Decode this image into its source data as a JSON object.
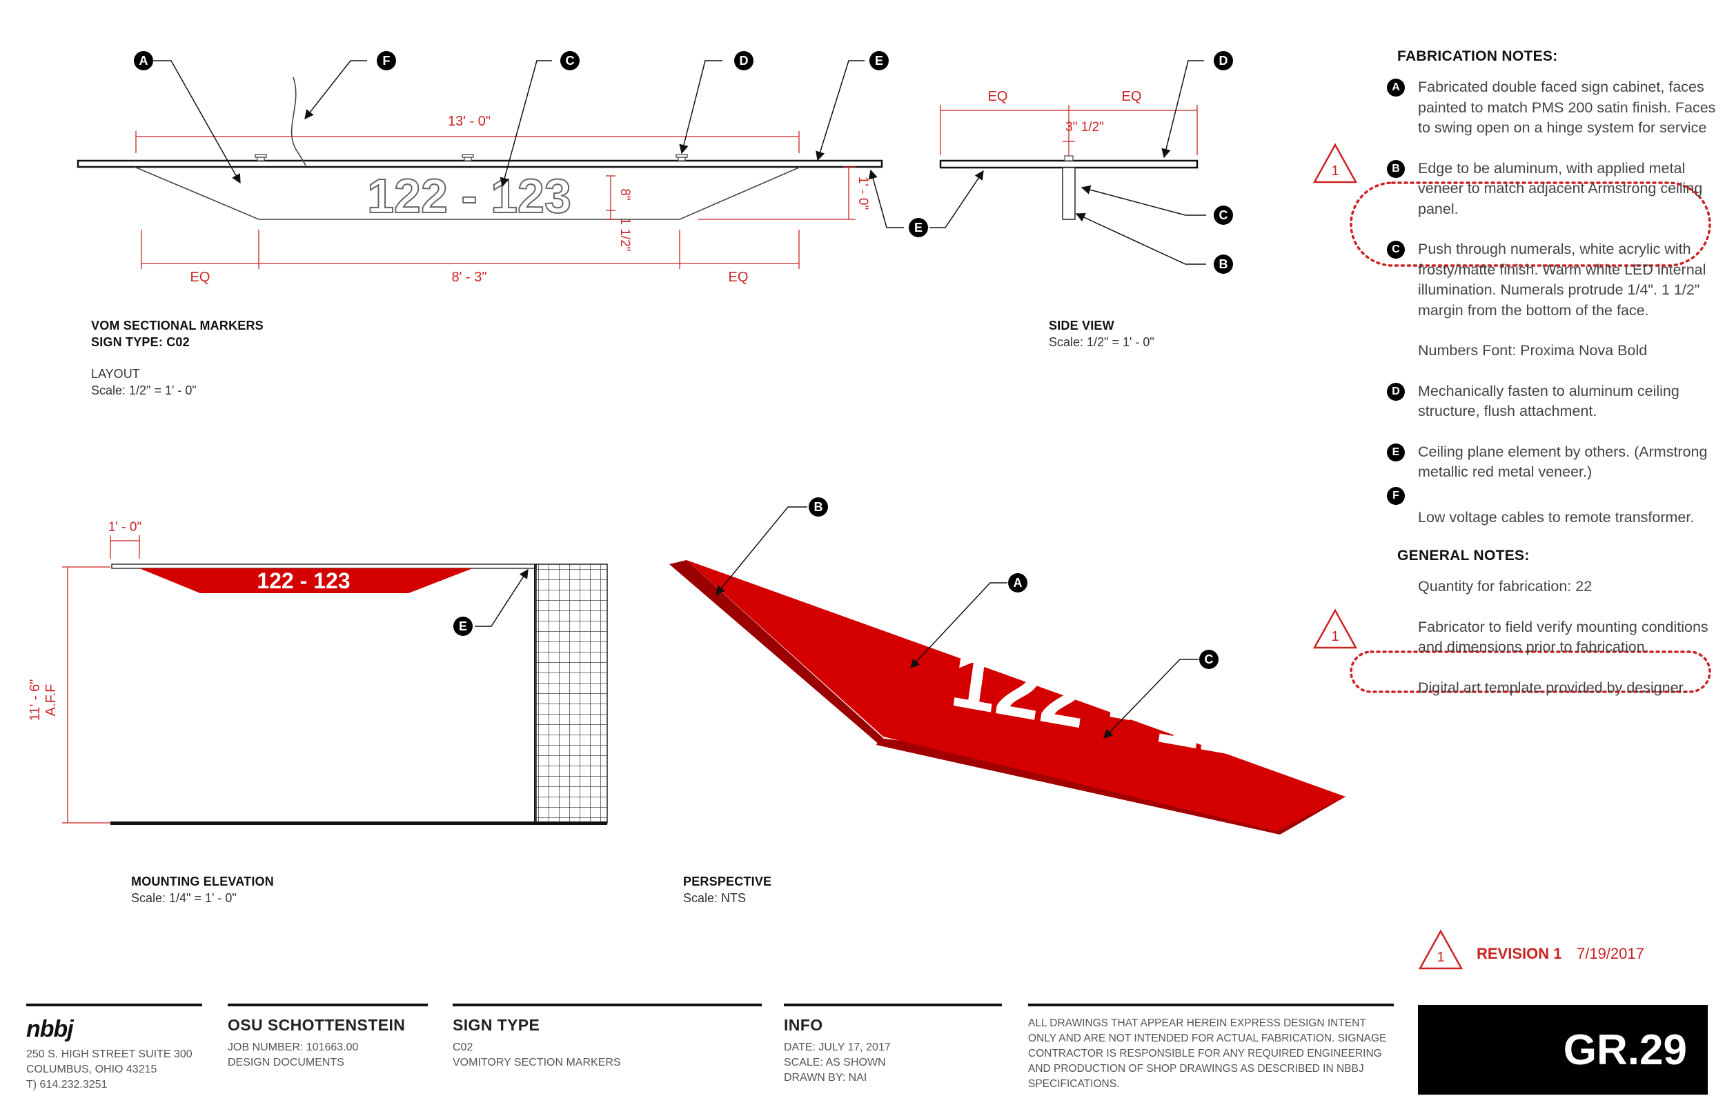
{
  "layout_view": {
    "title": "VOM SECTIONAL MARKERS",
    "sign_type": "SIGN TYPE: C02",
    "label": "LAYOUT",
    "scale": "Scale: 1/2\" = 1' - 0\"",
    "dim_overall": "13' - 0\"",
    "dim_center": "8' - 3\"",
    "dim_eq": "EQ",
    "dim_height": "1' - 0\"",
    "dim_numeral_height": "8\"",
    "dim_margin": "1 1/2\"",
    "numerals": "122 - 123"
  },
  "side_view": {
    "title": "SIDE VIEW",
    "scale": "Scale: 1/2\" = 1' - 0\"",
    "dim_eq": "EQ",
    "dim_depth": "3\" 1/2\""
  },
  "mounting_elevation": {
    "title": "MOUNTING ELEVATION",
    "scale": "Scale: 1/4\" = 1' - 0\"",
    "dim_top": "1' - 0\"",
    "dim_height": "11' - 6\"",
    "dim_aff": "A.F.F",
    "numerals": "122 - 123"
  },
  "perspective": {
    "title": "PERSPECTIVE",
    "scale": "Scale: NTS",
    "numerals": "122 - 123"
  },
  "callouts": {
    "a": "A",
    "b": "B",
    "c": "C",
    "d": "D",
    "e": "E",
    "f": "F"
  },
  "fabrication_notes": {
    "heading": "FABRICATION NOTES:",
    "items": [
      {
        "key": "A",
        "text": "Fabricated double faced sign cabinet, faces painted to match PMS 200 satin finish. Faces to swing open on a hinge system for service"
      },
      {
        "key": "B",
        "text": "Edge to be aluminum, with applied metal veneer to match adjacent Armstrong ceiling panel."
      },
      {
        "key": "C",
        "text": "Push through numerals, white acrylic with frosty/matte finish. Warm white LED internal illumination. Numerals protrude 1/4\". 1 1/2\" margin from the bottom of the face."
      },
      {
        "key": "",
        "text": "Numbers Font: Proxima Nova Bold"
      },
      {
        "key": "D",
        "text": "Mechanically fasten to aluminum ceiling structure, flush attachment."
      },
      {
        "key": "E",
        "text": "Ceiling plane element by others. (Armstrong metallic red metal veneer.)"
      },
      {
        "key": "F",
        "text": "Low voltage cables to remote transformer."
      }
    ]
  },
  "general_notes": {
    "heading": "GENERAL NOTES:",
    "items": [
      "Quantity for fabrication: 22",
      "Fabricator to field verify mounting conditions and dimensions prior to fabrication.",
      "Digital art template provided by designer."
    ]
  },
  "revision": {
    "delta": "1",
    "label": "REVISION 1",
    "date": "7/19/2017"
  },
  "footer": {
    "logo": "nbbj",
    "address": [
      "250 S. HIGH STREET  SUITE 300",
      "COLUMBUS, OHIO 43215",
      "T) 614.232.3251"
    ],
    "project_title": "OSU SCHOTTENSTEIN",
    "project_lines": [
      "JOB NUMBER: 101663.00",
      "DESIGN DOCUMENTS"
    ],
    "sign_type_title": "SIGN TYPE",
    "sign_type_lines": [
      "C02",
      "VOMITORY SECTION MARKERS"
    ],
    "info_title": "INFO",
    "info_lines": [
      "DATE: JULY 17, 2017",
      "SCALE: AS SHOWN",
      "DRAWN BY: NAI"
    ],
    "disclaimer": [
      "ALL DRAWINGS THAT APPEAR HEREIN EXPRESS DESIGN INTENT",
      "ONLY AND ARE NOT INTENDED FOR ACTUAL FABRICATION. SIGNAGE",
      "CONTRACTOR IS RESPONSIBLE FOR ANY REQUIRED ENGINEERING",
      "AND PRODUCTION OF SHOP DRAWINGS AS DESCRIBED IN NBBJ",
      "SPECIFICATIONS."
    ],
    "sheet": "GR.29"
  },
  "colors": {
    "accent_red": "#d40000",
    "dim_red": "#cc2222",
    "ink": "#111111"
  }
}
